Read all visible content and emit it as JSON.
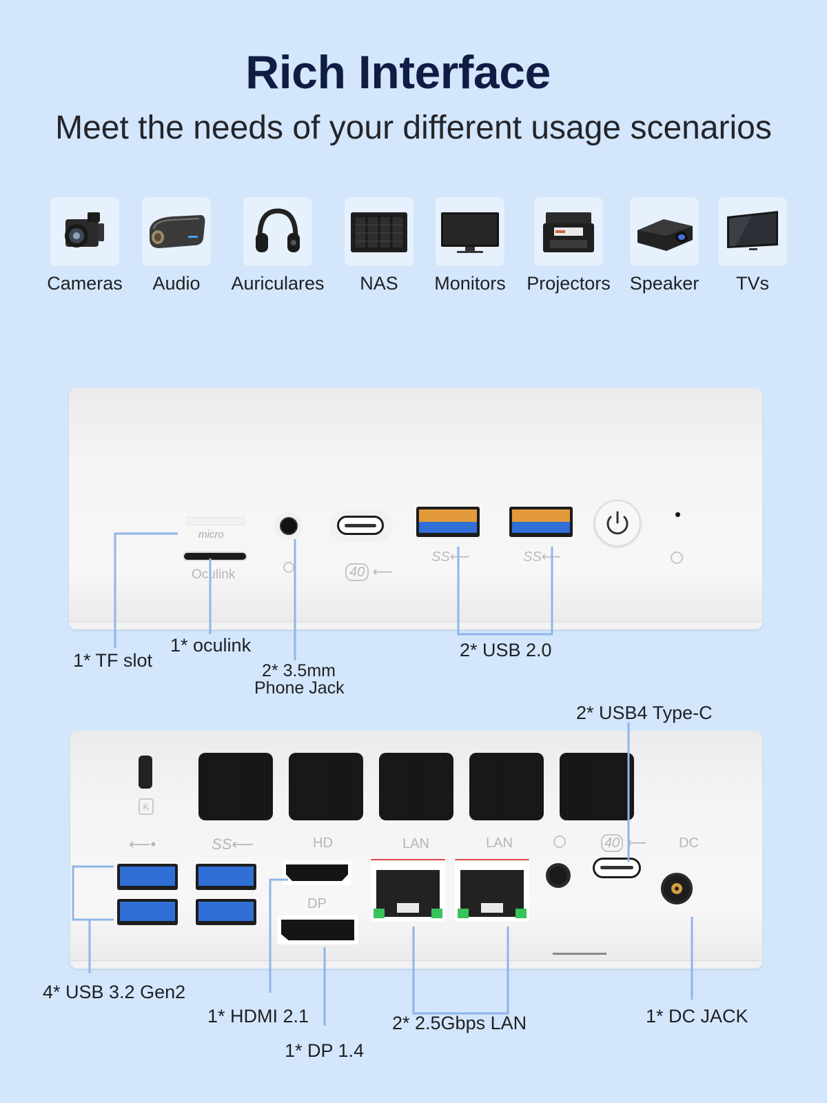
{
  "header": {
    "title": "Rich Interface",
    "subtitle": "Meet the needs of your different usage scenarios"
  },
  "scenarios": [
    {
      "label": "Cameras",
      "icon": "camera-icon"
    },
    {
      "label": "Audio",
      "icon": "audio-icon"
    },
    {
      "label": "Auriculares",
      "icon": "headphones-icon"
    },
    {
      "label": "NAS",
      "icon": "nas-icon"
    },
    {
      "label": "Monitors",
      "icon": "monitor-icon"
    },
    {
      "label": "Projectors",
      "icon": "printer-icon"
    },
    {
      "label": "Speaker",
      "icon": "projector-icon"
    },
    {
      "label": "TVs",
      "icon": "tv-icon"
    }
  ],
  "front_panel": {
    "port_marks": {
      "micro": "micro",
      "oculink": "Oculink",
      "usb4": "40"
    },
    "callouts": {
      "tf_slot": "1* TF slot",
      "oculink": "1* oculink",
      "phone_jack_line1": "2* 3.5mm",
      "phone_jack_line2": "Phone Jack",
      "usb20": "2* USB 2.0"
    }
  },
  "rear_panel": {
    "port_marks": {
      "hd": "HD",
      "dp": "DP",
      "lan1": "LAN",
      "lan2": "LAN",
      "usb4": "40",
      "dc": "DC"
    },
    "callouts": {
      "usb4": "2* USB4 Type-C",
      "usb32": "4* USB 3.2 Gen2",
      "hdmi": "1* HDMI 2.1",
      "dp": "1* DP 1.4",
      "lan": "2* 2.5Gbps LAN",
      "dc": "1* DC JACK"
    }
  },
  "colors": {
    "background": "#d3e6fb",
    "title": "#0f1d45",
    "leader_line": "#8fb5ea",
    "usb3_blue": "#2f6fd6",
    "lan_green": "#37c35a"
  }
}
